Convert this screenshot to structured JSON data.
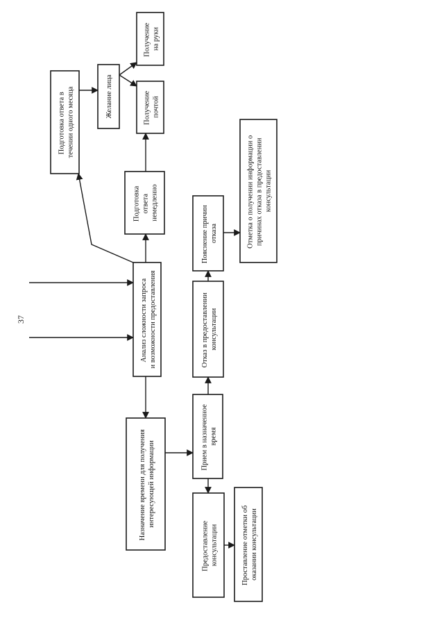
{
  "page_number": "37",
  "nodes": {
    "analysis": "Анализ сложности запроса и возможности предоставления",
    "prep_month": "Подготовка ответа в течении одного месяца",
    "prep_now": "Подготовка ответа немедленно",
    "wish": "Желание лица",
    "by_hand": "Получение на руки",
    "by_mail": "Получение почтой",
    "refusal_mark": "Отметка о получении информации о причинах отказа в предоставлении консультации",
    "explain_reason": "Пояснение причин отказа",
    "refusal": "Отказ в предоставлении консультации",
    "schedule": "Назначение времени для получения интересующей информации",
    "reception": "Прием в назначенное время",
    "provide": "Предоставление консультации",
    "mark_provided": "Проставление отметки об оказании консультации"
  }
}
